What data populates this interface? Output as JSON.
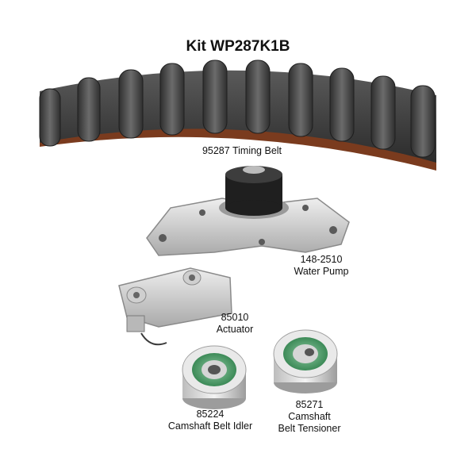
{
  "kit": {
    "title": "Kit WP287K1B"
  },
  "parts": [
    {
      "number": "95287",
      "name": "Timing Belt"
    },
    {
      "number": "148-2510",
      "name": "Water Pump"
    },
    {
      "number": "85010",
      "name": "Actuator"
    },
    {
      "number": "85224",
      "name": "Camshaft Belt Idler"
    },
    {
      "number": "85271",
      "name": "Camshaft",
      "name2": "Belt Tensioner"
    }
  ]
}
